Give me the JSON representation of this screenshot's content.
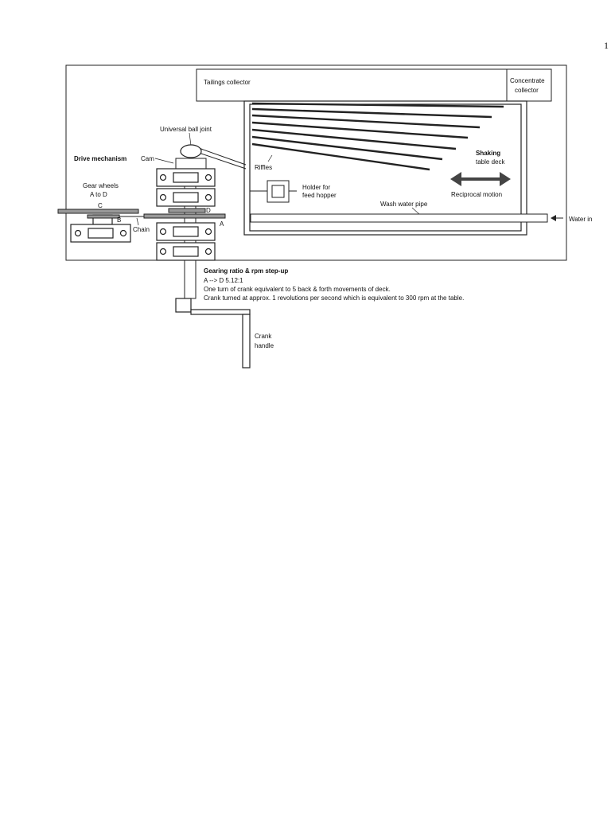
{
  "page_number": "1",
  "labels": {
    "tailings_collector": "Tailings collector",
    "concentrate_collector_1": "Concentrate",
    "concentrate_collector_2": "collector",
    "universal_ball_joint": "Universal ball joint",
    "drive_mechanism": "Drive mechanism",
    "cam": "Cam",
    "gear_wheels_1": "Gear wheels",
    "gear_wheels_2": "A to D",
    "gear_c": "C",
    "gear_b": "B",
    "gear_d": "D",
    "gear_a": "A",
    "chain": "Chain",
    "riffles": "Riffles",
    "holder_1": "Holder for",
    "holder_2": "feed hopper",
    "shaking_1": "Shaking",
    "shaking_2": "table deck",
    "reciprocal_motion": "Reciprocal motion",
    "wash_water_pipe": "Wash water pipe",
    "water_in": "Water in",
    "crank_1": "Crank",
    "crank_2": "handle"
  },
  "gearing": {
    "heading": "Gearing ratio & rpm step-up",
    "ratio": "A --> D 5.12:1",
    "line1": "One turn of crank equivalent to 5 back & forth movements of deck.",
    "line2": "Crank turned at approx. 1 revolutions per second which is equivalent to 300 rpm at the table."
  }
}
